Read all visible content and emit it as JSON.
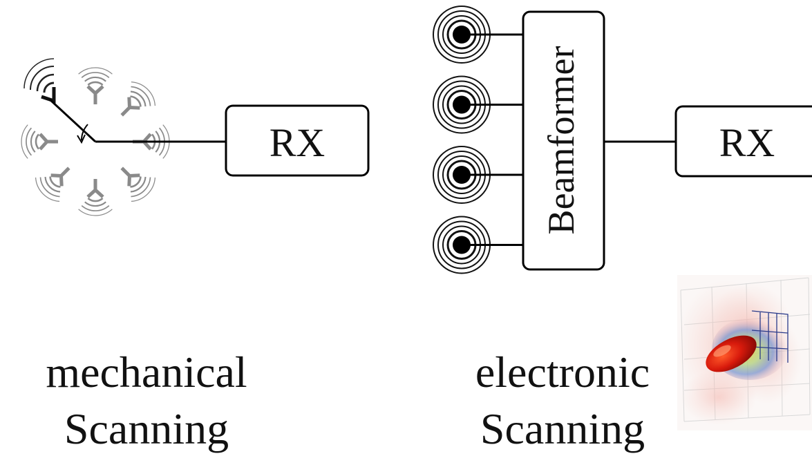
{
  "mechanical": {
    "rx_label": "RX",
    "caption_line1": "mechanical",
    "caption_line2": "Scanning"
  },
  "electronic": {
    "beamformer_label": "Beamformer",
    "rx_label": "RX",
    "caption_line1": "electronic",
    "caption_line2": "Scanning",
    "antenna_count": 4
  },
  "colors": {
    "line": "#000000",
    "antenna_grey": "#8a8a8a",
    "antenna_dark": "#222222",
    "beam_red": "#e02010",
    "beam_yellow": "#f2c400",
    "beam_blue": "#2a52be"
  }
}
